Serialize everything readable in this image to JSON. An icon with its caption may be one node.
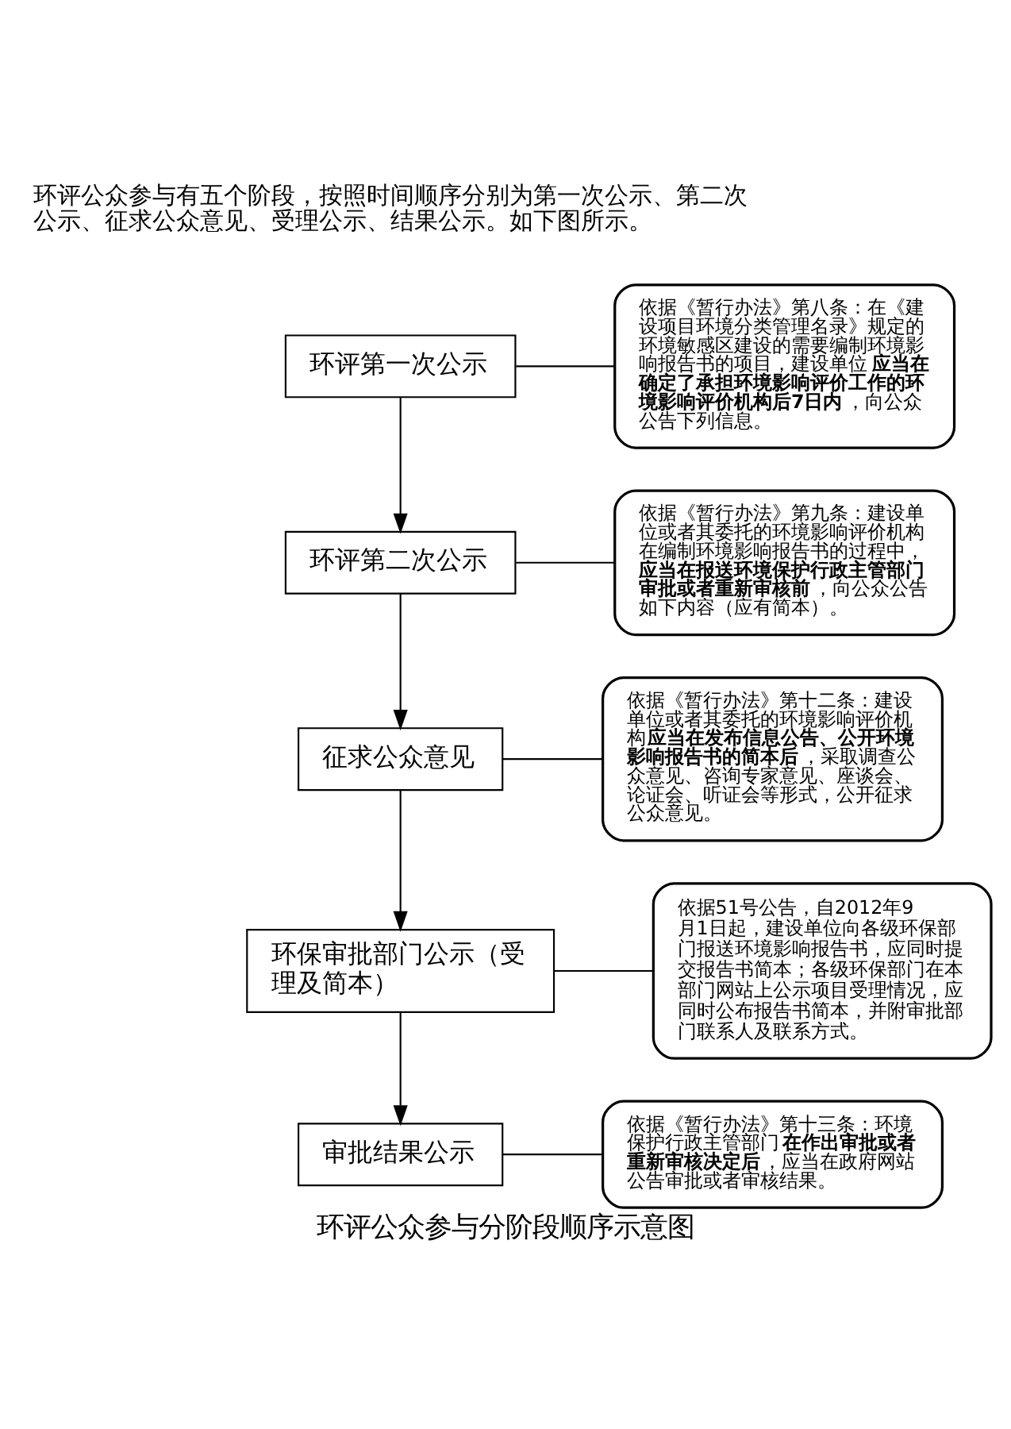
{
  "diagram": {
    "caption": "环评公众参与分阶段顺序示意图",
    "nodes": [
      {
        "text": [
          "环评第一次公示"
        ]
      },
      {
        "text": [
          "环评第二次公示"
        ]
      },
      {
        "text": [
          "征求公众意见"
        ]
      },
      {
        "text": [
          "环保审批部门公示（受理及简本）"
        ]
      },
      {
        "text": [
          "审批结果公示"
        ]
      },
      {
        "text": [
          "依据《暂行办法》第八条：在《建设项目环境分类管理名录》规定的环境敏感区建设的需要编制环境影响报告书的项目，建设单位**应当在确定了承担环境影响评价工作的环境影响评价机构后7日内**，向公众公告下列信息。"
        ]
      },
      {
        "text": [
          "依据《暂行办法》第九条：建设单位或者其委托的环境影响评价机构在编制环境影响报告书的过程中，**应当在报送环境保护行政主管部门审批或者重新审核前**，向公众公告如下内容（应有简本）。"
        ]
      },
      {
        "text": [
          "依据《暂行办法》第十二条：建设单位或者其委托的环境影响评价机构**应当在发布信息公告、公开环境影响报告书的简本后**，采取调查公众意见、咨询专家意见、座谈会、论证会、听证会等形式，公开征求公众意见。"
        ]
      },
      {
        "text": [
          "依据51号公告，自2012年9月1日起，建设单位向各级环保部门报送环境影响报告书，应同时提交报告书简本；各级环保部门在本部门网站上公示项目受理情况，应同时公布报告书简本，并附审批部门联系人及联系方式。"
        ]
      },
      {
        "text": [
          "依据《暂行办法》第十三条：环境保护行政主管部门**在作出审批或者重新审核决定后**，应当在政府网站公告审批或者审核结果。"
        ]
      }
    ],
    "edges": [
      {
        "from": 0,
        "to": 1,
        "arrow": "to"
      },
      {
        "from": 1,
        "to": 2,
        "arrow": "to"
      },
      {
        "from": 2,
        "to": 3,
        "arrow": "to"
      },
      {
        "from": 3,
        "to": 4,
        "arrow": "to"
      },
      {
        "from": 5,
        "to": 0,
        "arrow": "none"
      },
      {
        "from": 6,
        "to": 1,
        "arrow": "none"
      },
      {
        "from": 7,
        "to": 2,
        "arrow": "none"
      },
      {
        "from": 8,
        "to": 3,
        "arrow": "none"
      },
      {
        "from": 9,
        "to": 4,
        "arrow": "none"
      }
    ],
    "labels": [
      "环评公众参与有五个阶段，按照时间顺序分别为第一次公示、第二次公示、征求公众意见、受理公示、结果公示。如下图所示。"
    ]
  }
}
